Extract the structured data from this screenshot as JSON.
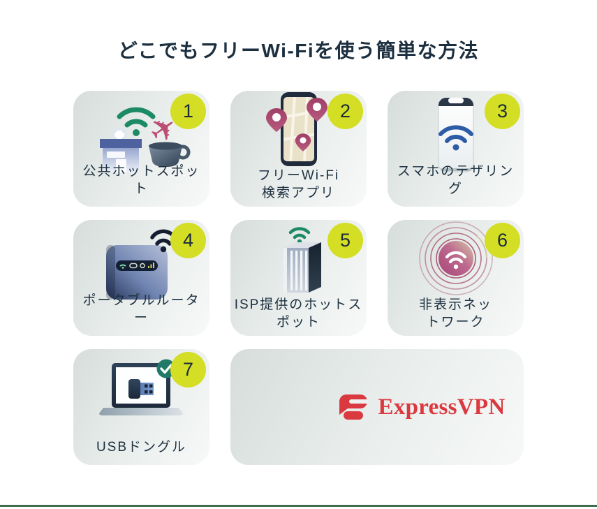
{
  "title": "どこでもフリーWi-Fiを使う簡単な方法",
  "cards": [
    {
      "number": "1",
      "label": "公共ホットスポット",
      "icon": "public-hotspot-icon"
    },
    {
      "number": "2",
      "label": [
        "フリーWi-Fi",
        "検索アプリ"
      ],
      "icon": "free-wifi-finder-app-icon"
    },
    {
      "number": "3",
      "label": "スマホのテザリング",
      "icon": "smartphone-tethering-icon"
    },
    {
      "number": "4",
      "label": "ポータブルルーター",
      "icon": "portable-router-icon"
    },
    {
      "number": "5",
      "label": [
        "ISP提供のホットス",
        "ポット"
      ],
      "icon": "isp-hotspot-icon"
    },
    {
      "number": "6",
      "label": [
        "非表示ネッ",
        "トワーク"
      ],
      "icon": "hidden-network-icon"
    },
    {
      "number": "7",
      "label": "USBドングル",
      "icon": "usb-dongle-icon"
    }
  ],
  "brand": {
    "wordmark": "ExpressVPN",
    "logomark": "expressvpn-logomark-icon"
  },
  "colors": {
    "accent_lime": "#d3de24",
    "navy": "#1c2f3f",
    "teal_green": "#1d8a66",
    "wifi_blue": "#2d5ba6",
    "pin_magenta": "#a8446b",
    "brand_red": "#da3940",
    "footer_green": "#3f6e4e"
  }
}
